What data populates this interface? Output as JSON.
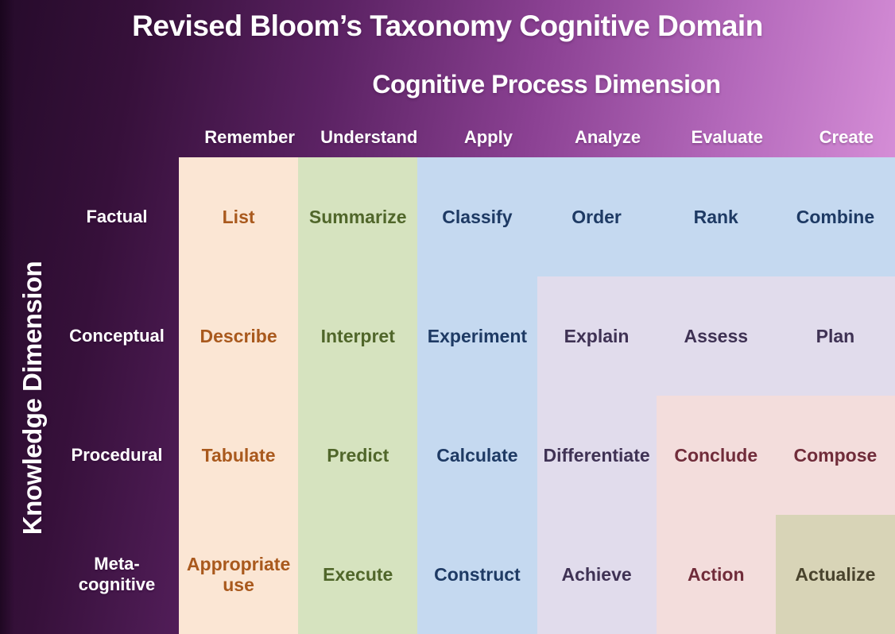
{
  "slide": {
    "title": "Revised Bloom’s Taxonomy Cognitive Domain",
    "process_axis_title": "Cognitive Process Dimension",
    "knowledge_axis_title": "Knowledge Dimension"
  },
  "matrix": {
    "columns": [
      "Remember",
      "Understand",
      "Apply",
      "Analyze",
      "Evaluate",
      "Create"
    ],
    "rows": [
      {
        "label": "Factual",
        "cells": [
          {
            "text": "List",
            "bg": "#FBE6D4",
            "fg": "#A9591D"
          },
          {
            "text": "Summarize",
            "bg": "#D6E3BF",
            "fg": "#50662A"
          },
          {
            "text": "Classify",
            "bg": "#C5D9F0",
            "fg": "#1E3A64"
          },
          {
            "text": "Order",
            "bg": "#C5D9F0",
            "fg": "#1E3A64"
          },
          {
            "text": "Rank",
            "bg": "#C5D9F0",
            "fg": "#1E3A64"
          },
          {
            "text": "Combine",
            "bg": "#C5D9F0",
            "fg": "#1E3A64"
          }
        ]
      },
      {
        "label": "Conceptual",
        "cells": [
          {
            "text": "Describe",
            "bg": "#FBE6D4",
            "fg": "#A9591D"
          },
          {
            "text": "Interpret",
            "bg": "#D6E3BF",
            "fg": "#50662A"
          },
          {
            "text": "Experiment",
            "bg": "#C5D9F0",
            "fg": "#1E3A64"
          },
          {
            "text": "Explain",
            "bg": "#E1DCEC",
            "fg": "#3F3254"
          },
          {
            "text": "Assess",
            "bg": "#E1DCEC",
            "fg": "#3F3254"
          },
          {
            "text": "Plan",
            "bg": "#E1DCEC",
            "fg": "#3F3254"
          }
        ]
      },
      {
        "label": "Procedural",
        "cells": [
          {
            "text": "Tabulate",
            "bg": "#FBE6D4",
            "fg": "#A9591D"
          },
          {
            "text": "Predict",
            "bg": "#D6E3BF",
            "fg": "#50662A"
          },
          {
            "text": "Calculate",
            "bg": "#C5D9F0",
            "fg": "#1E3A64"
          },
          {
            "text": "Differentiate",
            "bg": "#E1DCEC",
            "fg": "#3F3254"
          },
          {
            "text": "Conclude",
            "bg": "#F3DDDC",
            "fg": "#702C3A"
          },
          {
            "text": "Compose",
            "bg": "#F3DDDC",
            "fg": "#702C3A"
          }
        ]
      },
      {
        "label": "Meta-\ncognitive",
        "cells": [
          {
            "text": "Appropriate\nuse",
            "bg": "#FBE6D4",
            "fg": "#A9591D"
          },
          {
            "text": "Execute",
            "bg": "#D6E3BF",
            "fg": "#50662A"
          },
          {
            "text": "Construct",
            "bg": "#C5D9F0",
            "fg": "#1E3A64"
          },
          {
            "text": "Achieve",
            "bg": "#E1DCEC",
            "fg": "#3F3254"
          },
          {
            "text": "Action",
            "bg": "#F3DDDC",
            "fg": "#702C3A"
          },
          {
            "text": "Actualize",
            "bg": "#D8D4B7",
            "fg": "#49432D"
          }
        ]
      }
    ]
  },
  "palette": {
    "background_dark": "#260B2B",
    "background_light": "#D992DA",
    "header_text": "#FFFFFF",
    "cell_backgrounds": {
      "peach": "#FBE6D4",
      "green": "#D6E3BF",
      "blue": "#C5D9F0",
      "lavender": "#E1DCEC",
      "pink": "#F3DDDC",
      "khaki": "#D8D4B7"
    },
    "cell_text": {
      "brown": "#A9591D",
      "olive": "#50662A",
      "navy": "#1E3A64",
      "purple": "#3F3254",
      "maroon": "#702C3A",
      "dark_olive": "#49432D"
    }
  }
}
